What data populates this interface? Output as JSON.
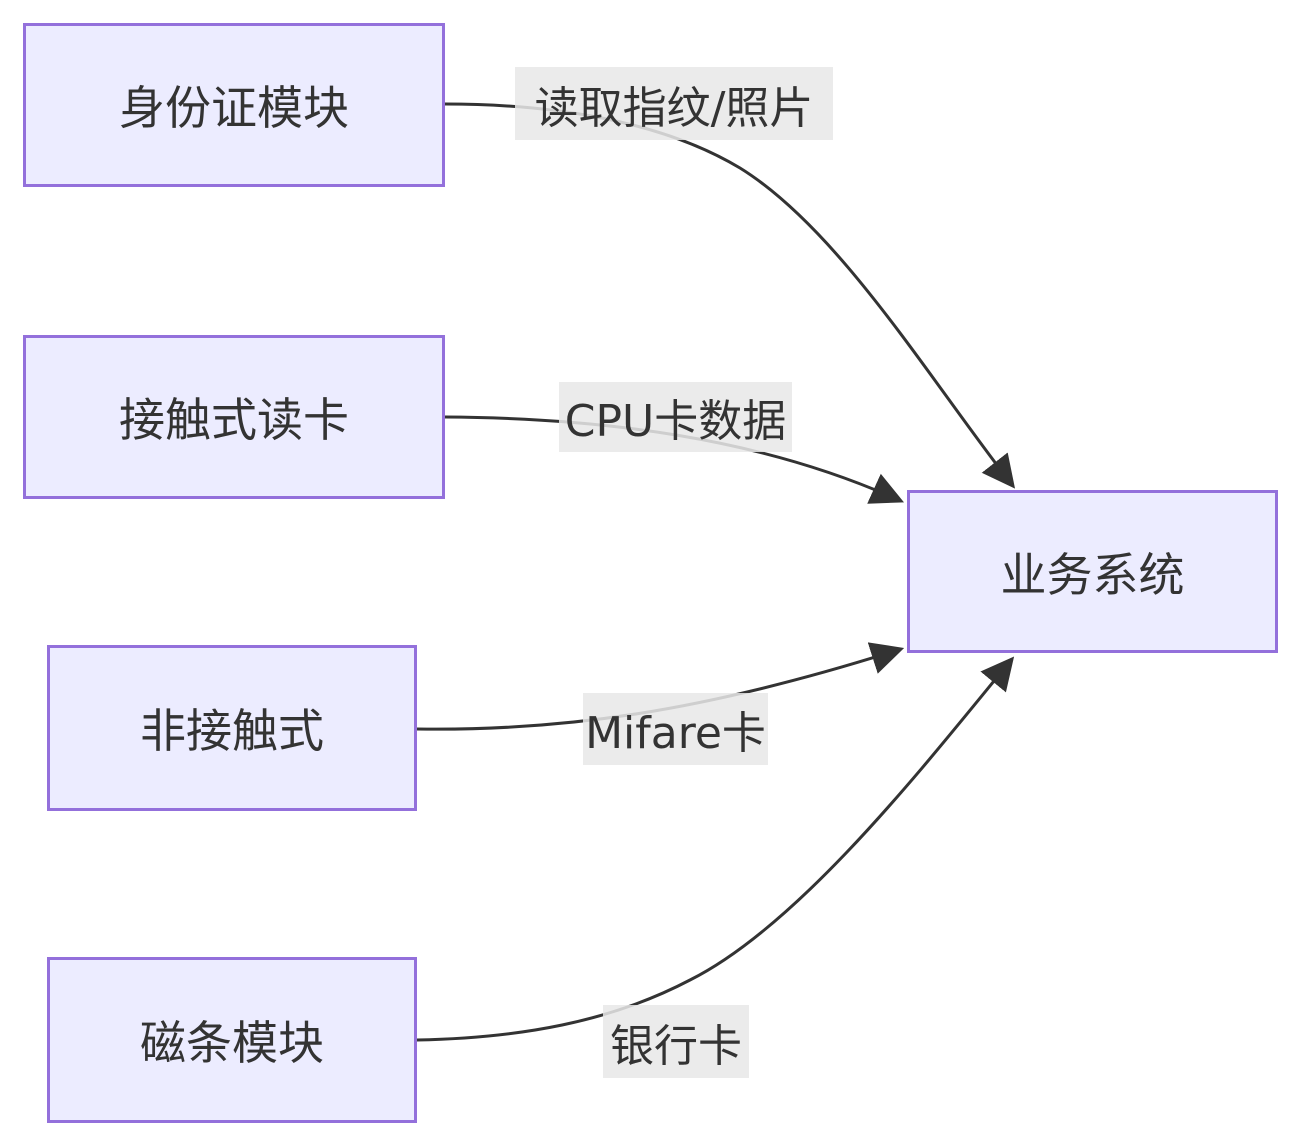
{
  "diagram": {
    "type": "flowchart-left-to-right",
    "colors": {
      "node_fill": "#ECECFF",
      "node_border": "#9370DB",
      "edge_stroke": "#333333",
      "edge_label_bg": "#e8e8e8",
      "text": "#333333",
      "background": "#ffffff"
    },
    "nodes": [
      {
        "id": "idcard",
        "label": "身份证模块"
      },
      {
        "id": "contact",
        "label": "接触式读卡"
      },
      {
        "id": "contactless",
        "label": "非接触式"
      },
      {
        "id": "magstripe",
        "label": "磁条模块"
      },
      {
        "id": "business",
        "label": "业务系统"
      }
    ],
    "edges": [
      {
        "from": "idcard",
        "to": "business",
        "label": "读取指纹/照片"
      },
      {
        "from": "contact",
        "to": "business",
        "label": "CPU卡数据"
      },
      {
        "from": "contactless",
        "to": "business",
        "label": "Mifare卡"
      },
      {
        "from": "magstripe",
        "to": "business",
        "label": "银行卡"
      }
    ]
  }
}
